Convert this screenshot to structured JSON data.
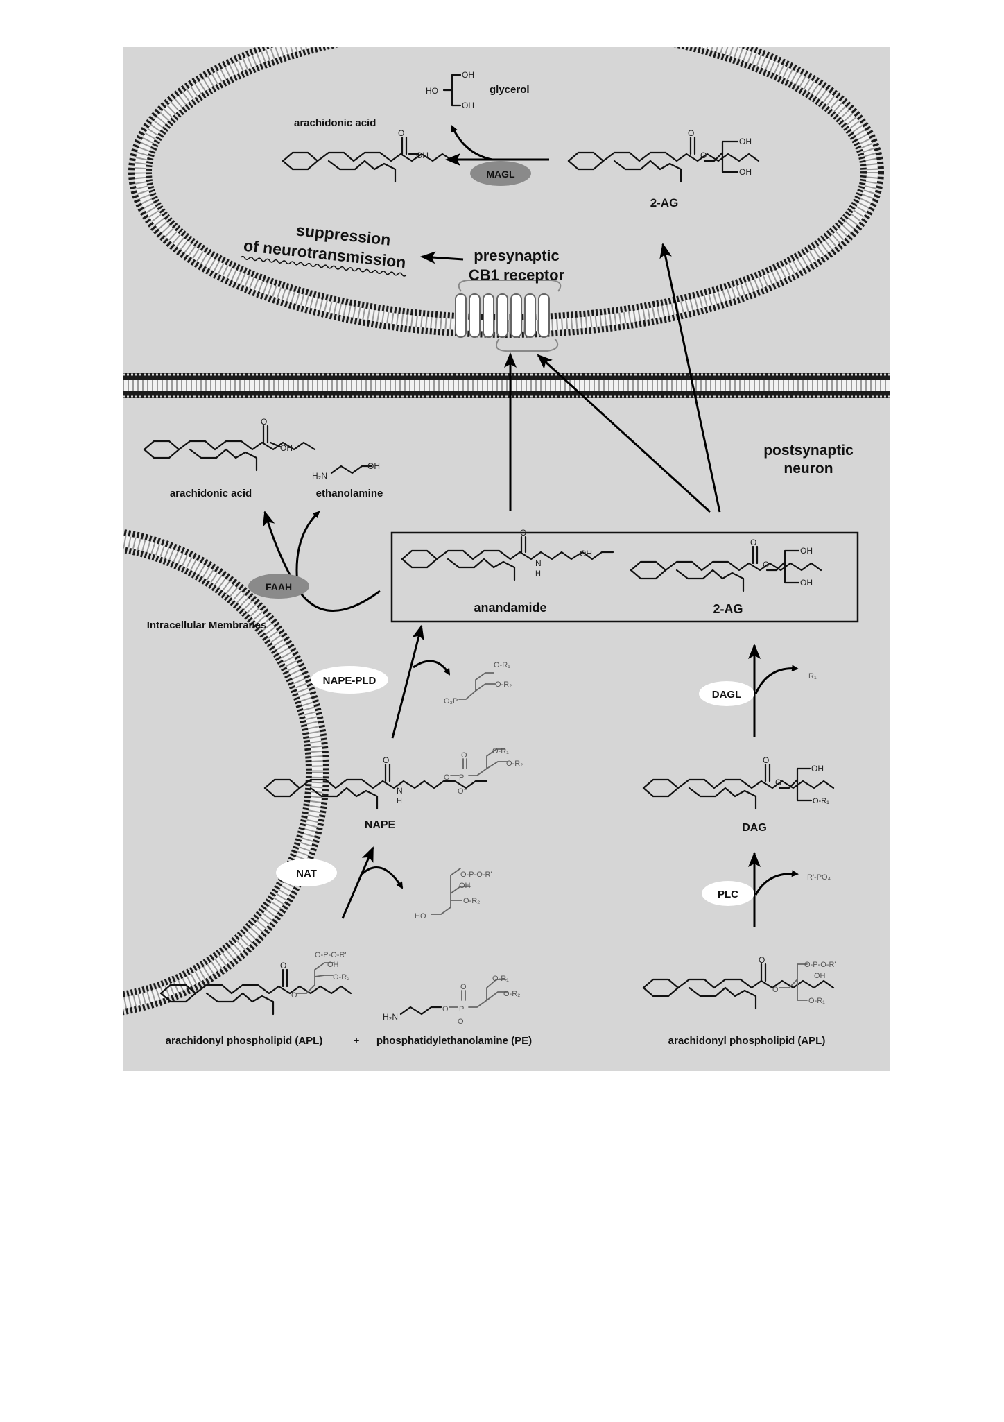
{
  "presynaptic": {
    "glycerol": "glycerol",
    "arachidonic_acid": "arachidonic acid",
    "enzyme_magl": "MAGL",
    "two_ag": "2-AG",
    "suppression_line1": "suppression",
    "suppression_line2": "of neurotransmission",
    "receptor_line1": "presynaptic",
    "receptor_line2": "CB1 receptor"
  },
  "postsynaptic": {
    "neuron_line1": "postsynaptic",
    "neuron_line2": "neuron",
    "arachidonic_acid": "arachidonic acid",
    "ethanolamine": "ethanolamine",
    "enzyme_faah": "FAAH",
    "intracellular_membranes": "Intracellular Membranes",
    "anandamide": "anandamide",
    "two_ag": "2-AG",
    "enzyme_nape_pld": "NAPE-PLD",
    "nape": "NAPE",
    "enzyme_nat": "NAT",
    "enzyme_dagl": "DAGL",
    "dag": "DAG",
    "enzyme_plc": "PLC",
    "apl_left": "arachidonyl phospholipid (APL)",
    "plus": "+",
    "pe": "phosphatidylethanolamine (PE)",
    "apl_right": "arachidonyl phospholipid (APL)"
  },
  "chem_text": {
    "oh": "OH",
    "ho": "HO",
    "o": "O",
    "n": "N",
    "h": "H",
    "h2n": "H₂N",
    "p": "P",
    "o_minus": "O⁻",
    "o_r1": "O-R₁",
    "o_r2": "O-R₂",
    "r1": "R₁",
    "o3p": "O₃P",
    "o_p_o_r_prime": "O-P-O-R'",
    "r_prime_po4": "R'-PO₄"
  },
  "colors": {
    "panel": "#d6d6d6",
    "membrane_head": "#1c1c1c",
    "membrane_tail": "#f2f2f2",
    "enzyme_dark": "#8a8a8a",
    "enzyme_light": "#ffffff"
  }
}
